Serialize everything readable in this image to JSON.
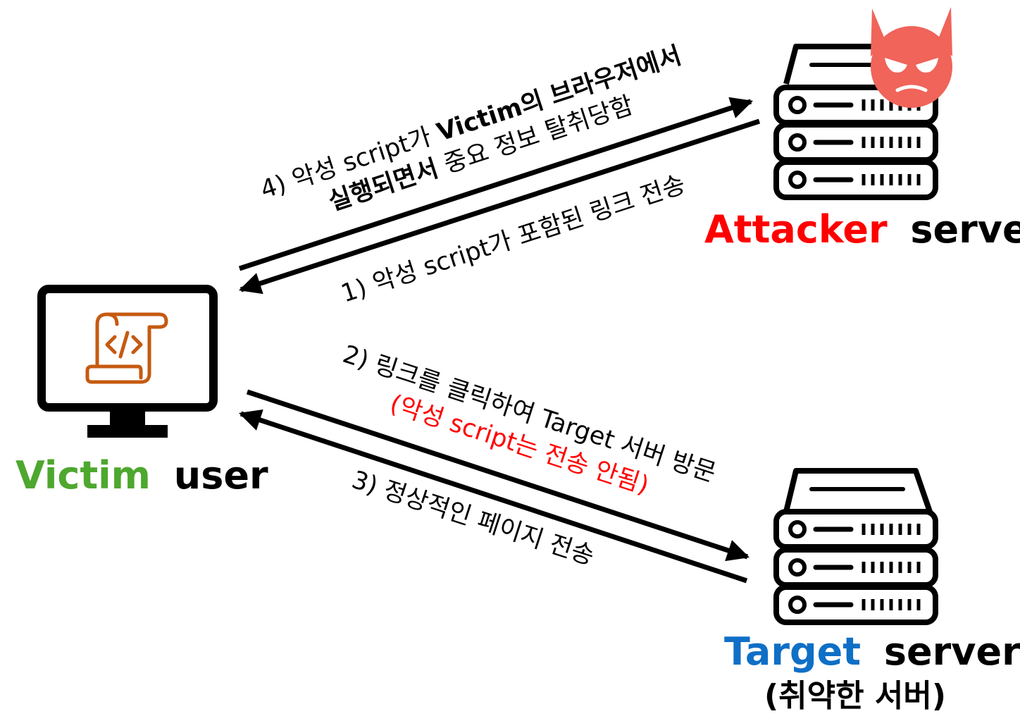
{
  "nodes": {
    "victim": {
      "name": "Victim",
      "role": "user",
      "name_color": "#4ea72e"
    },
    "attacker": {
      "name": "Attacker",
      "role": "server",
      "name_color": "#ff0000"
    },
    "target": {
      "name": "Target",
      "role": "server",
      "subtitle": "(취약한 서버)",
      "name_color": "#0f6fc6"
    }
  },
  "steps": {
    "step1": "1) 악성 script가 포함된 링크 전송",
    "step2_line1": "2) 링크를 클릭하여 Target 서버 방문",
    "step2_line2": "(악성 script는 전송 안됨)",
    "step3": "3) 정상적인 페이지 전송",
    "step4_line1_a": "4) 악성 script가 ",
    "step4_line1_b": "Victim의 브라우저에서",
    "step4_line2_a": "실행되면서",
    "step4_line2_b": " 중요 정보 탈취당함"
  },
  "colors": {
    "line": "#000000",
    "warning_text": "#ff0000",
    "script_icon": "#c55a11",
    "devil": "#f0645a"
  },
  "icons": {
    "victim": "computer-monitor-with-script-icon",
    "server": "server-rack-icon",
    "attacker_badge": "devil-face-icon"
  }
}
